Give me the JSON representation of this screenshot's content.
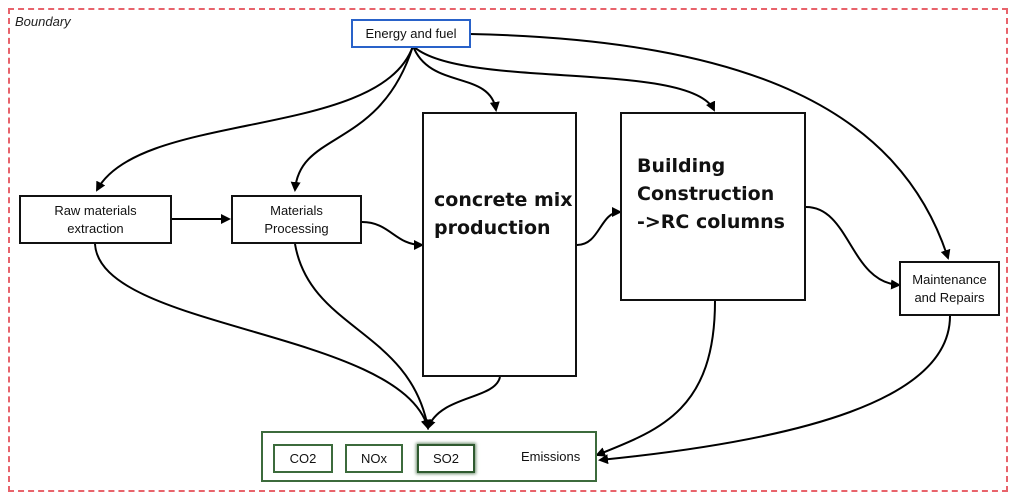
{
  "boundary": {
    "label": "Boundary"
  },
  "nodes": {
    "energy": "Energy and fuel",
    "raw": "Raw materials\nextraction",
    "processing": "Materials\nProcessing",
    "concrete": "concrete mix\nproduction",
    "construction": "Building\nConstruction\n->RC columns",
    "maintenance": "Maintenance\nand Repairs"
  },
  "emissions": {
    "label": "Emissions",
    "items": [
      "CO2",
      "NOx",
      "SO2"
    ]
  },
  "colors": {
    "boundary": "#e8636b",
    "energy_border": "#2962c9",
    "emissions_border": "#3c6b3c",
    "arrow": "#000000"
  }
}
